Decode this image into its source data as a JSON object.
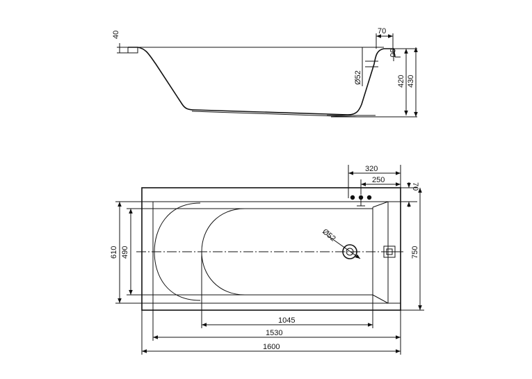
{
  "side_view": {
    "dims": {
      "rim_thickness": "40",
      "overflow_offset": "70",
      "overflow_height": "90",
      "overflow_diameter": "Ø52",
      "inner_height": "420",
      "total_height": "430"
    }
  },
  "top_view": {
    "dims": {
      "tap_offset": "320",
      "tap_spacing": "250",
      "rim_width": "70",
      "inner_width": "610",
      "bottom_width": "490",
      "drain_diameter": "Ø52",
      "total_width": "750",
      "bottom_length": "1045",
      "inner_length": "1530",
      "total_length": "1600"
    }
  }
}
